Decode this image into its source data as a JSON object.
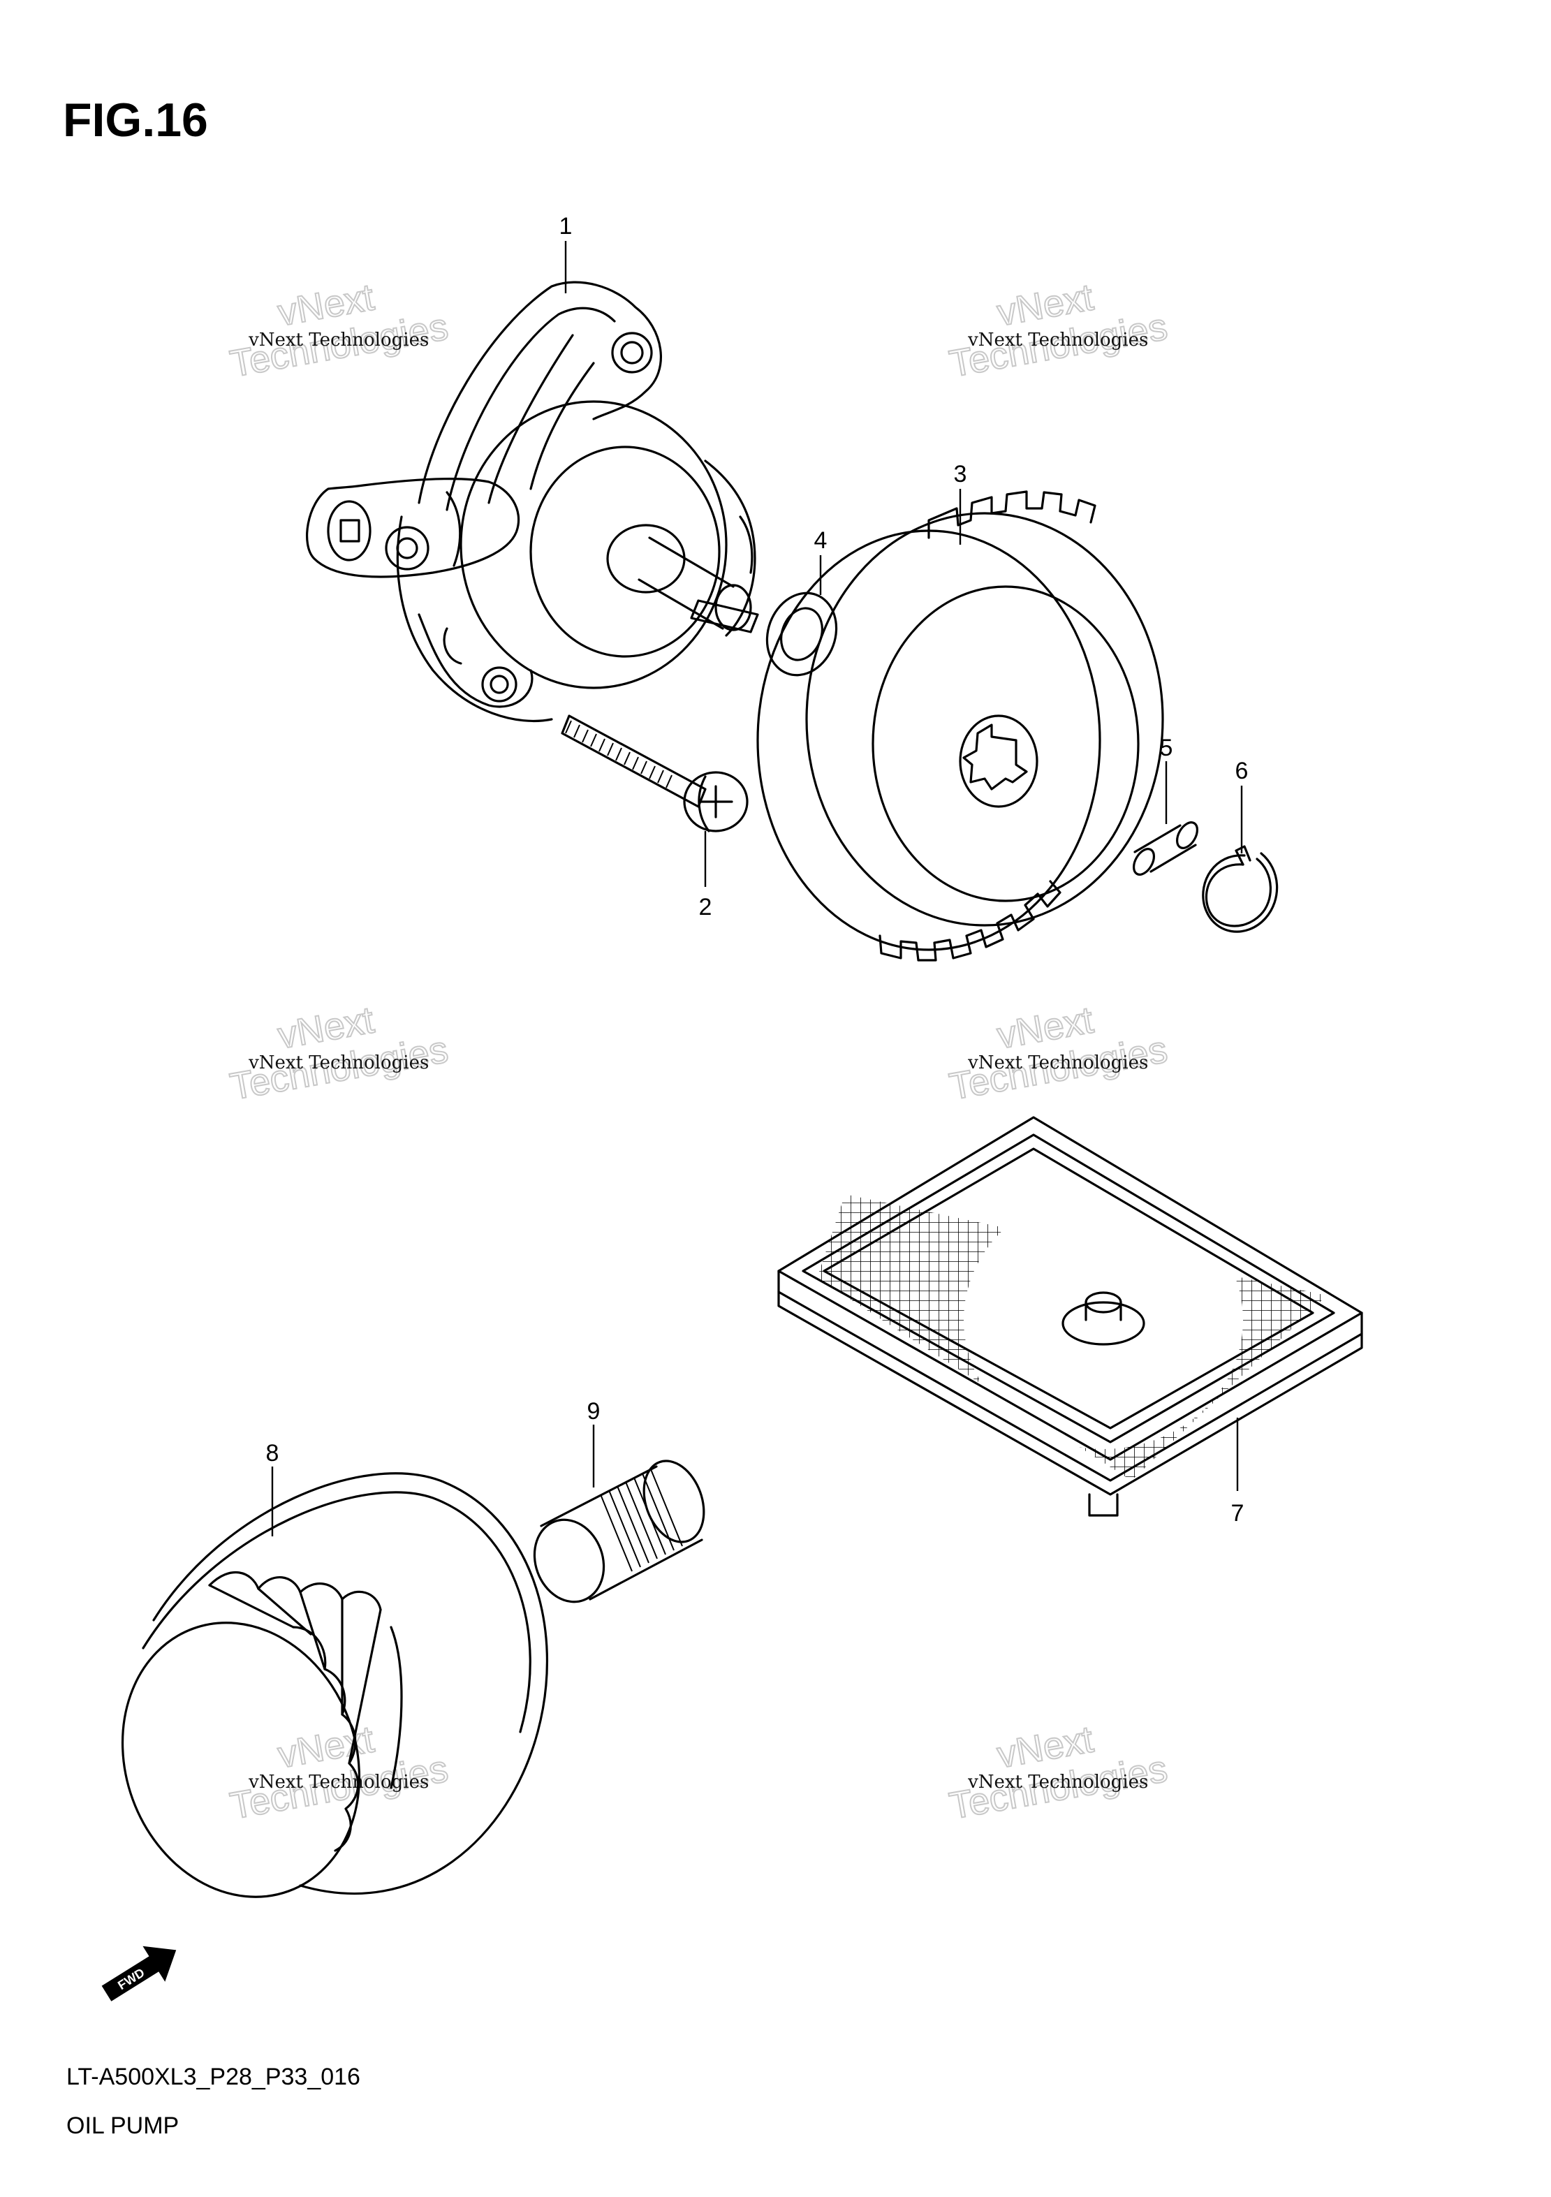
{
  "figure": {
    "title": "FIG.16"
  },
  "footer": {
    "code": "LT-A500XL3_P28_P33_016",
    "name": "OIL PUMP"
  },
  "watermark": {
    "line1": "vNext Technologies",
    "big_word_top": "vNext",
    "big_word_bottom": "Technologies"
  },
  "fwd_arrow": {
    "label": "FWD"
  },
  "callouts": [
    {
      "num": "1",
      "part": "oil pump assembly"
    },
    {
      "num": "2",
      "part": "screw"
    },
    {
      "num": "3",
      "part": "driven gear"
    },
    {
      "num": "4",
      "part": "washer"
    },
    {
      "num": "5",
      "part": "pin"
    },
    {
      "num": "6",
      "part": "circlip"
    },
    {
      "num": "7",
      "part": "strainer"
    },
    {
      "num": "8",
      "part": "oil filter"
    },
    {
      "num": "9",
      "part": "union"
    }
  ]
}
